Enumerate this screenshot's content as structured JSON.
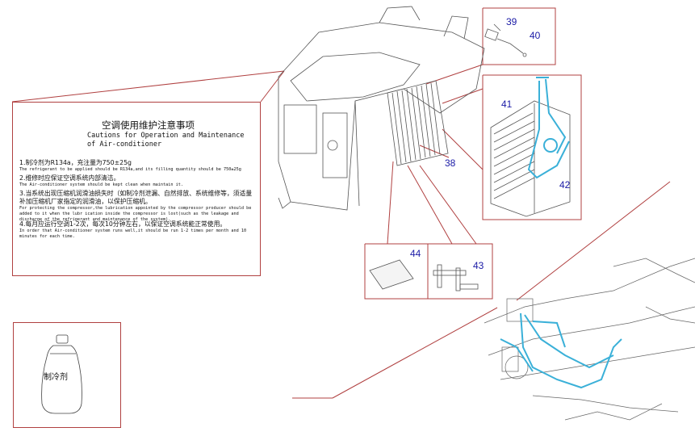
{
  "callouts": {
    "c38": "38",
    "c39": "39",
    "c40": "40",
    "c41": "41",
    "c42": "42",
    "c43": "43",
    "c44": "44"
  },
  "caution": {
    "title_cn": "空调使用维护注意事项",
    "title_en": "Cautions for Operation and Maintenance\nof Air-conditioner",
    "items": [
      {
        "cn": "1.制冷剂为R134a，充注量为750±25g",
        "en": "The refrigerant to be applied should be R134a,and its filling quantity should be 750±25g"
      },
      {
        "cn": "2.维修时应保证空调系统内部清洁。",
        "en": "The Air-conditioner system should be kept clean when maintain it."
      },
      {
        "cn": "3.当系统出现压缩机润滑油损失时（如制冷剂泄漏、自然排放、系统维修等，须适量补加压缩机厂家指定的润滑油，以保护压缩机。",
        "en": "For protecting the compressor,the lubrication appointed by the compressor producer should be added to it when the lubr ication inside the compressor is lost(such as the leakage and discharge of the refrigerant and maintenance of the system)."
      },
      {
        "cn": "4.每月应运行空调1-2次，每次10分钟左右，以保证空调系统能正常使用。",
        "en": "In order that Air-conditioner system runs well,it should be run 1-2 times per month and 10 minutes for each time."
      }
    ]
  },
  "bottle": {
    "label": "制冷剂"
  },
  "colors": {
    "leader": "#b04040",
    "callout_text": "#1a1aa6",
    "pipe": "#3ab0d8",
    "line_art": "#555555"
  }
}
